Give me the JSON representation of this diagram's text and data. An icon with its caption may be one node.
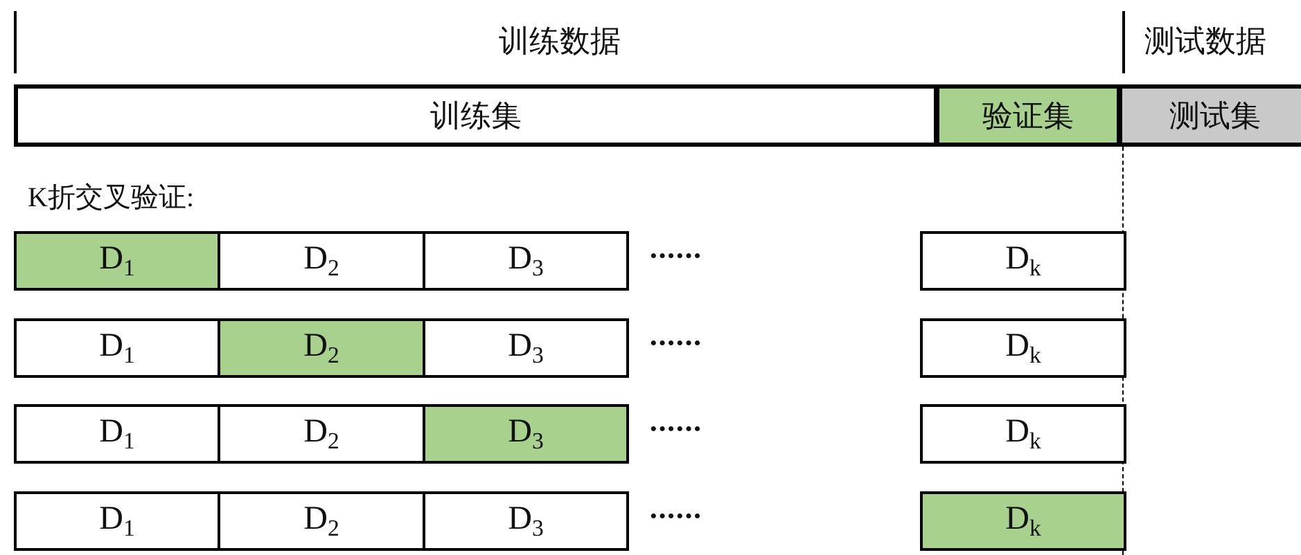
{
  "diagram": {
    "nodes": [
      {
        "text": [
          "训练集"
        ]
      },
      {
        "text": [
          "验证集"
        ]
      },
      {
        "text": [
          "测试集"
        ]
      },
      {
        "text": [
          "D$_{1}$"
        ]
      },
      {
        "text": [
          "D$_{2}$"
        ]
      },
      {
        "text": [
          "D$_{3}$"
        ]
      },
      {
        "text": [
          "D$_{k}$"
        ]
      },
      {
        "text": [
          "D$_{1}$"
        ]
      },
      {
        "text": [
          "D$_{2}$"
        ]
      },
      {
        "text": [
          "D$_{3}$"
        ]
      },
      {
        "text": [
          "D$_{k}$"
        ]
      },
      {
        "text": [
          "D$_{1}$"
        ]
      },
      {
        "text": [
          "D$_{2}$"
        ]
      },
      {
        "text": [
          "D$_{3}$"
        ]
      },
      {
        "text": [
          "D$_{k}$"
        ]
      },
      {
        "text": [
          "D$_{1}$"
        ]
      },
      {
        "text": [
          "D$_{2}$"
        ]
      },
      {
        "text": [
          "D$_{3}$"
        ]
      },
      {
        "text": [
          "D$_{k}$"
        ]
      }
    ],
    "labels": [
      "训练数据",
      "测试数据",
      "K折交叉验证:",
      "······",
      "······",
      "······",
      "······"
    ]
  }
}
